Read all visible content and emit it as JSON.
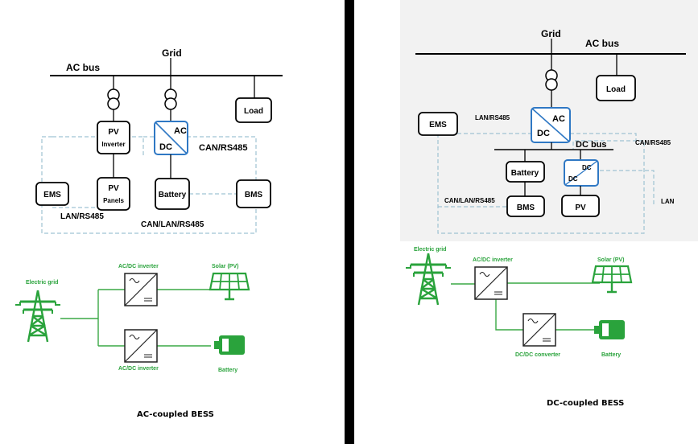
{
  "left": {
    "grid": "Grid",
    "ac_bus": "AC bus",
    "load": "Load",
    "pv_inverter_1": "PV",
    "pv_inverter_2": "Inverter",
    "pcs_ac": "AC",
    "pcs_dc": "DC",
    "can_rs485": "CAN/RS485",
    "ems": "EMS",
    "pv_panels_1": "PV",
    "pv_panels_2": "Panels",
    "battery": "Battery",
    "bms": "BMS",
    "lan_rs485": "LAN/RS485",
    "can_lan_rs485": "CAN/LAN/RS485",
    "electric_grid": "Electric grid",
    "acdc_inverter_top": "AC/DC inverter",
    "acdc_inverter_bottom": "AC/DC inverter",
    "solar_pv": "Solar (PV)",
    "battery_green": "Battery",
    "caption": "AC-coupled BESS"
  },
  "right": {
    "grid": "Grid",
    "ac_bus": "AC bus",
    "load": "Load",
    "ems": "EMS",
    "lan_rs485": "LAN/RS485",
    "pcs_ac": "AC",
    "pcs_dc": "DC",
    "dc_bus": "DC bus",
    "can_rs485": "CAN/RS485",
    "battery": "Battery",
    "dcdc_1": "DC",
    "dcdc_2": "DC",
    "can_lan_rs485": "CAN/LAN/RS485",
    "bms": "BMS",
    "pv": "PV",
    "lan": "LAN",
    "electric_grid": "Electric grid",
    "acdc_inverter": "AC/DC inverter",
    "solar_pv": "Solar (PV)",
    "dcdc_converter": "DC/DC converter",
    "battery_green": "Battery",
    "caption": "DC-coupled BESS"
  }
}
